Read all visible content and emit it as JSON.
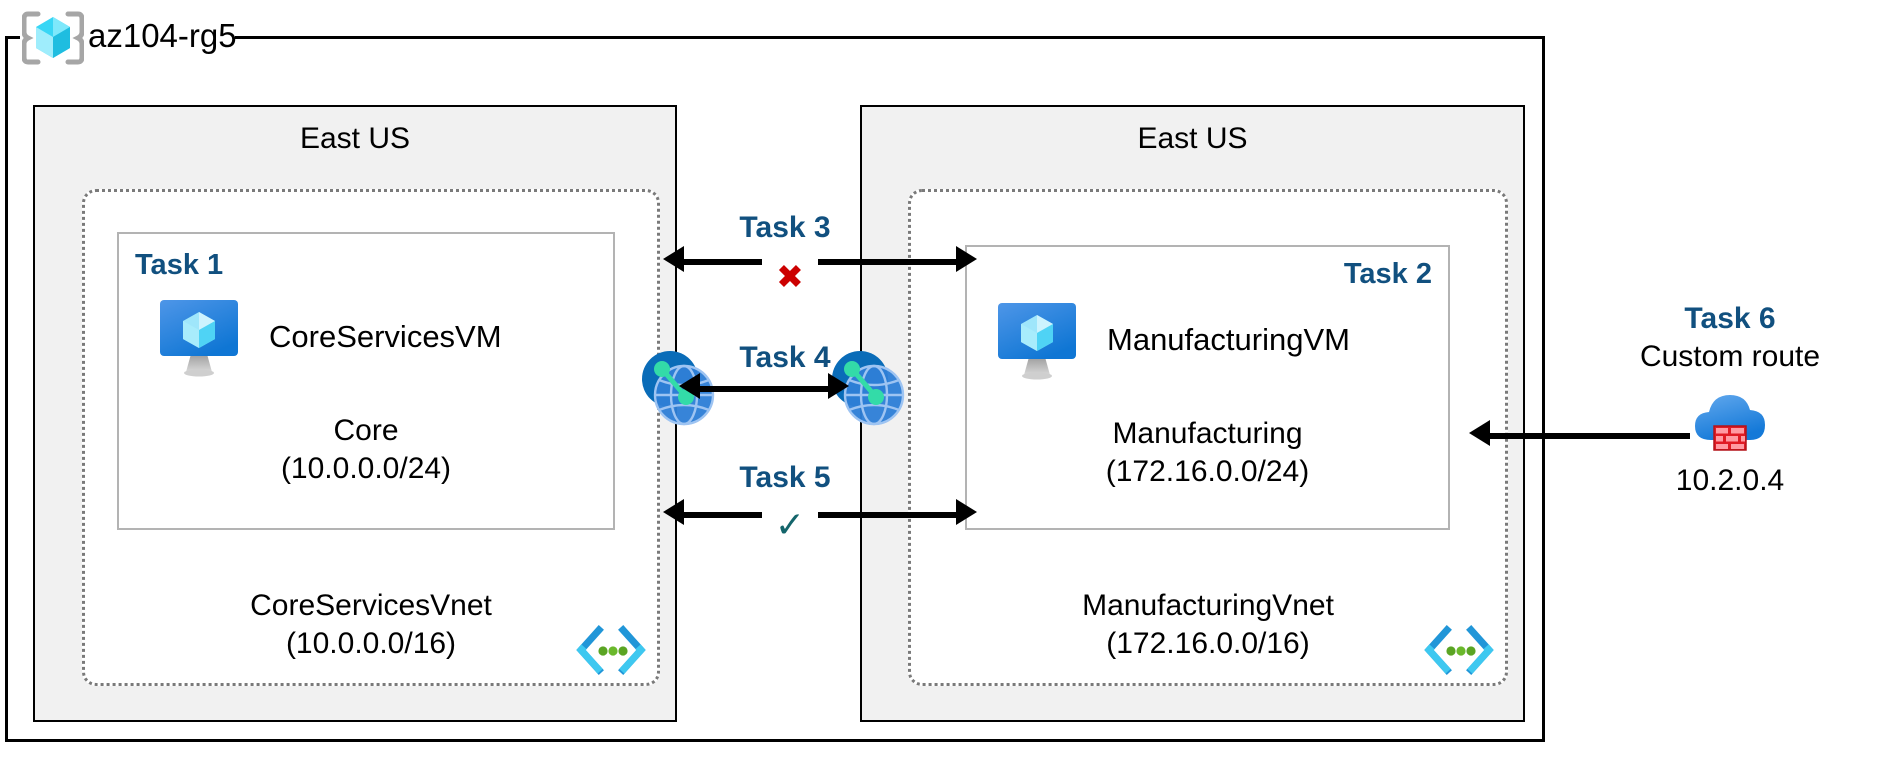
{
  "resource_group": {
    "name": "az104-rg5",
    "icon": "resource-group-cube-icon"
  },
  "regions": [
    {
      "id": "left",
      "label": "East US"
    },
    {
      "id": "right",
      "label": "East US"
    }
  ],
  "vnets": [
    {
      "id": "core",
      "name": "CoreServicesVnet",
      "cidr": "(10.0.0.0/16)",
      "badge_icon": "vnet-brackets-icon",
      "subnet": {
        "task_tag": "Task 1",
        "vm_name": "CoreServicesVM",
        "vm_icon": "virtual-machine-icon",
        "name": "Core",
        "cidr": "(10.0.0.0/24)"
      }
    },
    {
      "id": "manufacturing",
      "name": "ManufacturingVnet",
      "cidr": "(172.16.0.0/16)",
      "badge_icon": "vnet-brackets-icon",
      "subnet": {
        "task_tag": "Task 2",
        "vm_name": "ManufacturingVM",
        "vm_icon": "virtual-machine-icon",
        "name": "Manufacturing",
        "cidr": "(172.16.0.0/24)"
      }
    }
  ],
  "center": {
    "task3": {
      "label": "Task 3",
      "marker": "✖",
      "marker_kind": "cross",
      "marker_color": "#cc0000"
    },
    "task4": {
      "label": "Task 4",
      "peering_icon": "vnet-peering-icon"
    },
    "task5": {
      "label": "Task 5",
      "marker": "✓",
      "marker_kind": "check",
      "marker_color": "#14656b"
    }
  },
  "task6": {
    "title": "Task 6",
    "subtitle": "Custom route",
    "icon": "firewall-cloud-icon",
    "ip": "10.2.0.4"
  },
  "colors": {
    "task_blue": "#11507f",
    "cross_red": "#cc0000",
    "check_teal": "#14656b",
    "region_fill": "#f1f1f1",
    "vnet_border": "#7a7a7a",
    "subnet_border": "#b3b3b3",
    "azure_blue": "#0f7bd4",
    "cyan": "#32c8f0",
    "green_dot": "#5aa423",
    "brick_red": "#e01b24"
  }
}
